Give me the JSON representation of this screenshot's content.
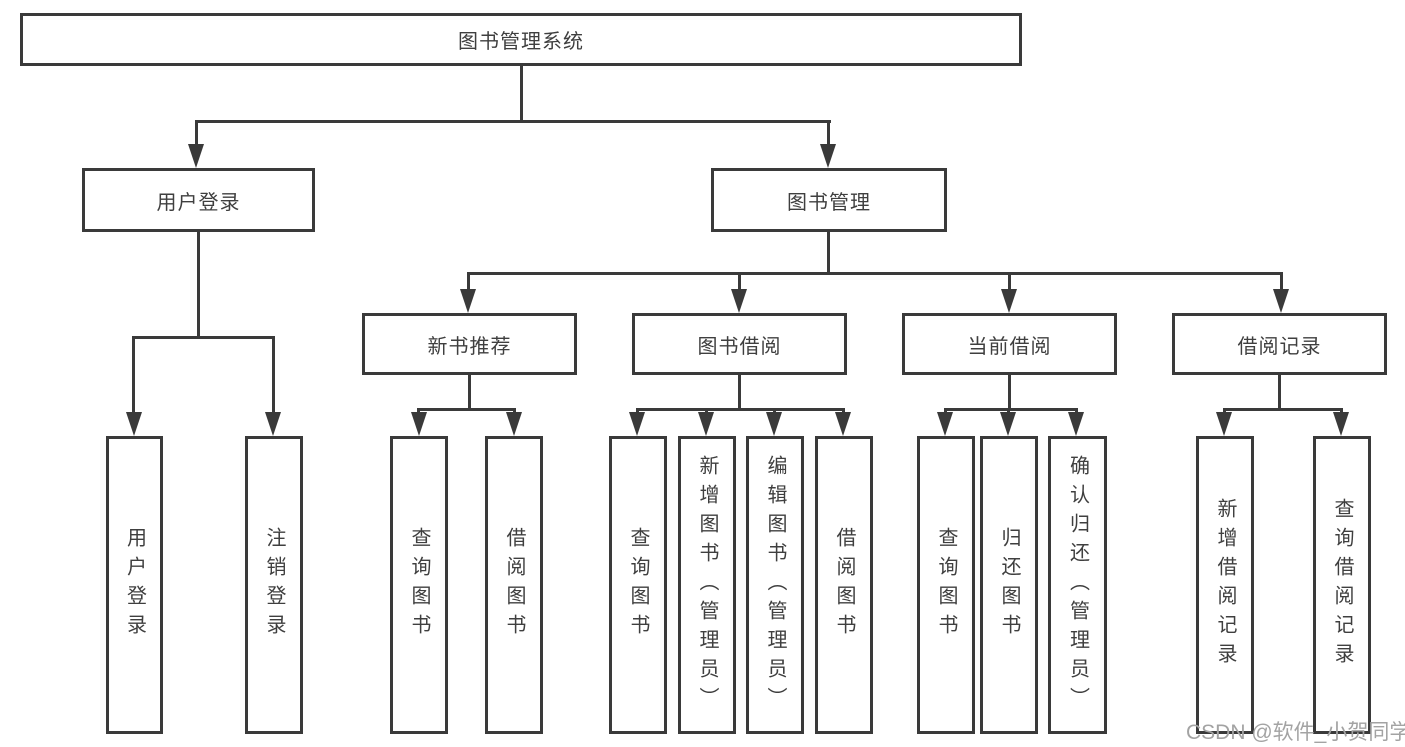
{
  "diagram": {
    "root": {
      "label": "图书管理系统"
    },
    "level2": [
      {
        "label": "用户登录"
      },
      {
        "label": "图书管理"
      }
    ],
    "level3": [
      {
        "label": "新书推荐",
        "parent": "图书管理"
      },
      {
        "label": "图书借阅",
        "parent": "图书管理"
      },
      {
        "label": "当前借阅",
        "parent": "图书管理"
      },
      {
        "label": "借阅记录",
        "parent": "图书管理"
      }
    ],
    "level4": [
      {
        "label": "用户登录",
        "parent": "用户登录"
      },
      {
        "label": "注销登录",
        "parent": "用户登录"
      },
      {
        "label": "查询图书",
        "parent": "新书推荐"
      },
      {
        "label": "借阅图书",
        "parent": "新书推荐"
      },
      {
        "label": "查询图书",
        "parent": "图书借阅"
      },
      {
        "label": "新增图书（管理员）",
        "parent": "图书借阅"
      },
      {
        "label": "编辑图书（管理员）",
        "parent": "图书借阅"
      },
      {
        "label": "借阅图书",
        "parent": "图书借阅"
      },
      {
        "label": "查询图书",
        "parent": "当前借阅"
      },
      {
        "label": "归还图书",
        "parent": "当前借阅"
      },
      {
        "label": "确认归还（管理员）",
        "parent": "当前借阅"
      },
      {
        "label": "新增借阅记录",
        "parent": "借阅记录"
      },
      {
        "label": "查询借阅记录",
        "parent": "借阅记录"
      }
    ],
    "colors": {
      "line": "#3a3a3a",
      "text": "#3f3f3f",
      "background": "#ffffff",
      "watermark": "#a3a3a3"
    }
  },
  "watermark": {
    "text": "CSDN @软件_小贺同学"
  }
}
